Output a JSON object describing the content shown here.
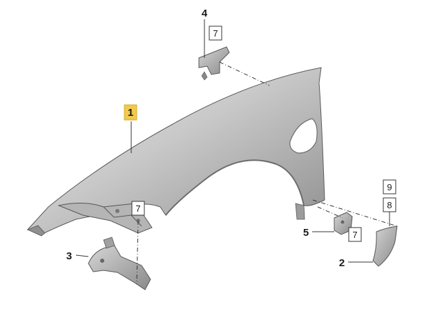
{
  "diagram": {
    "callouts": {
      "fender": "1",
      "side_trim": "2",
      "lower_bracket": "3",
      "upper_bracket": "4",
      "rear_bracket": "5"
    },
    "reference_boxes": {
      "upper_bracket_ref": "7",
      "fender_front_ref": "7",
      "rear_bracket_ref": "7",
      "trim_ref_upper": "9",
      "trim_ref_lower": "8"
    },
    "colors": {
      "part_fill_light": "#d9d9d9",
      "part_fill_dark": "#9c9c9c",
      "highlight_label": "#f2c94c",
      "line": "#333333"
    }
  }
}
